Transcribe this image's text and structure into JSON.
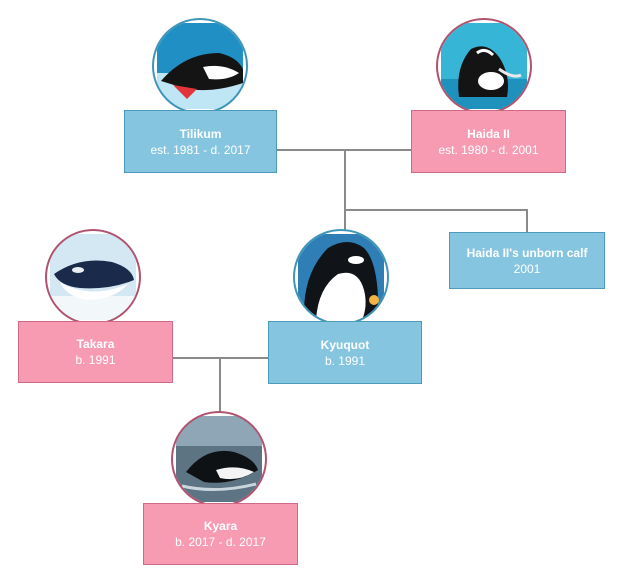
{
  "people": [
    {
      "id": "tilikum",
      "name": "Tilikum",
      "dates": "est. 1981 - d. 2017",
      "sex": "male",
      "photo": "orca-photo"
    },
    {
      "id": "haida",
      "name": "Haida II",
      "dates": "est. 1980 - d. 2001",
      "sex": "female",
      "photo": "orca-photo"
    },
    {
      "id": "unborn",
      "name": "Haida II's unborn calf",
      "dates": "2001",
      "sex": "male",
      "photo": null
    },
    {
      "id": "takara",
      "name": "Takara",
      "dates": "b. 1991",
      "sex": "female",
      "photo": "orca-photo"
    },
    {
      "id": "kyuquot",
      "name": "Kyuquot",
      "dates": "b. 1991",
      "sex": "male",
      "photo": "orca-photo"
    },
    {
      "id": "kyara",
      "name": "Kyara",
      "dates": "b. 2017 - d. 2017",
      "sex": "female",
      "photo": "orca-photo"
    }
  ],
  "relationships": [
    {
      "parents": [
        "tilikum",
        "haida"
      ],
      "children": [
        "kyuquot",
        "unborn"
      ]
    },
    {
      "parents": [
        "takara",
        "kyuquot"
      ],
      "children": [
        "kyara"
      ]
    }
  ],
  "colors": {
    "male_fill": "#86c5df",
    "male_border": "#4c9bbd",
    "female_fill": "#f69bb2",
    "female_border": "#cf6a86",
    "connector": "#8a8a8a"
  }
}
